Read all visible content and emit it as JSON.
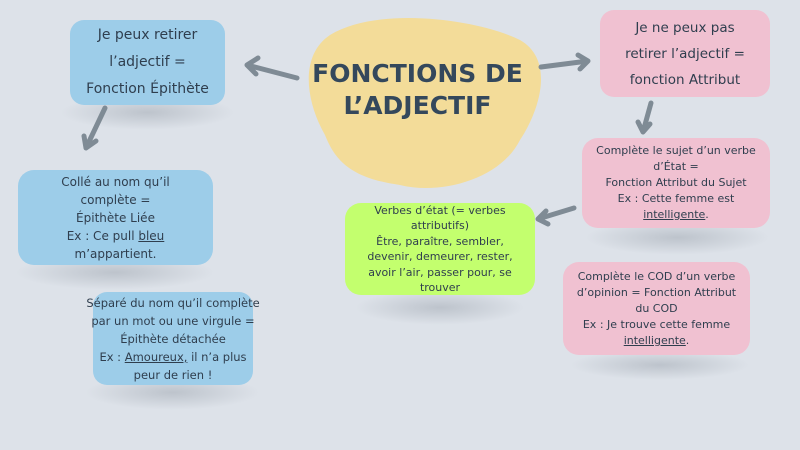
{
  "title": [
    "FONCTIONS DE",
    "L’ADJECTIF"
  ],
  "epithete": {
    "lines": [
      "Je peux retirer",
      "l’adjectif =",
      "Fonction Épithète"
    ]
  },
  "liee": {
    "lines": [
      "Collé au nom qu’il",
      "complète =",
      "Épithète Liée"
    ],
    "example_prefix": "Ex : Ce pull ",
    "example_underlined": "bleu",
    "example_suffix": "m’appartient."
  },
  "detachee": {
    "lines": [
      "Séparé du nom qu’il complète",
      "par un mot ou une virgule =",
      "Épithète détachée"
    ],
    "example_prefix": "Ex : ",
    "example_underlined": "Amoureux,",
    "example_suffix": " il n’a plus",
    "example_last": "peur de rien !"
  },
  "attribut": {
    "lines": [
      "Je ne peux pas",
      "retirer l’adjectif =",
      "fonction Attribut"
    ]
  },
  "sujet": {
    "lines": [
      "Complète le sujet d’un verbe",
      "d’État =",
      "Fonction Attribut du Sujet",
      "Ex : Cette femme est"
    ],
    "underlined": "intelligente",
    "suffix": "."
  },
  "cod": {
    "lines": [
      "Complète le COD d’un verbe",
      "d’opinion = Fonction Attribut",
      "du COD",
      "Ex : Je trouve cette femme"
    ],
    "underlined": "intelligente",
    "suffix": "."
  },
  "verbes": {
    "lines": [
      "Verbes d’état (= verbes",
      "attributifs)",
      "Être, paraître, sembler,",
      "devenir, demeurer, rester,",
      "avoir l’air, passer pour, se",
      "trouver"
    ]
  },
  "colors": {
    "background": "#dde2e9",
    "blue": "#9dcde9",
    "pink": "#f0c1d1",
    "green": "#c3ff6e",
    "yellow": "#f3dc99",
    "arrow": "#7f8b95",
    "text": "#2f3e4e"
  }
}
